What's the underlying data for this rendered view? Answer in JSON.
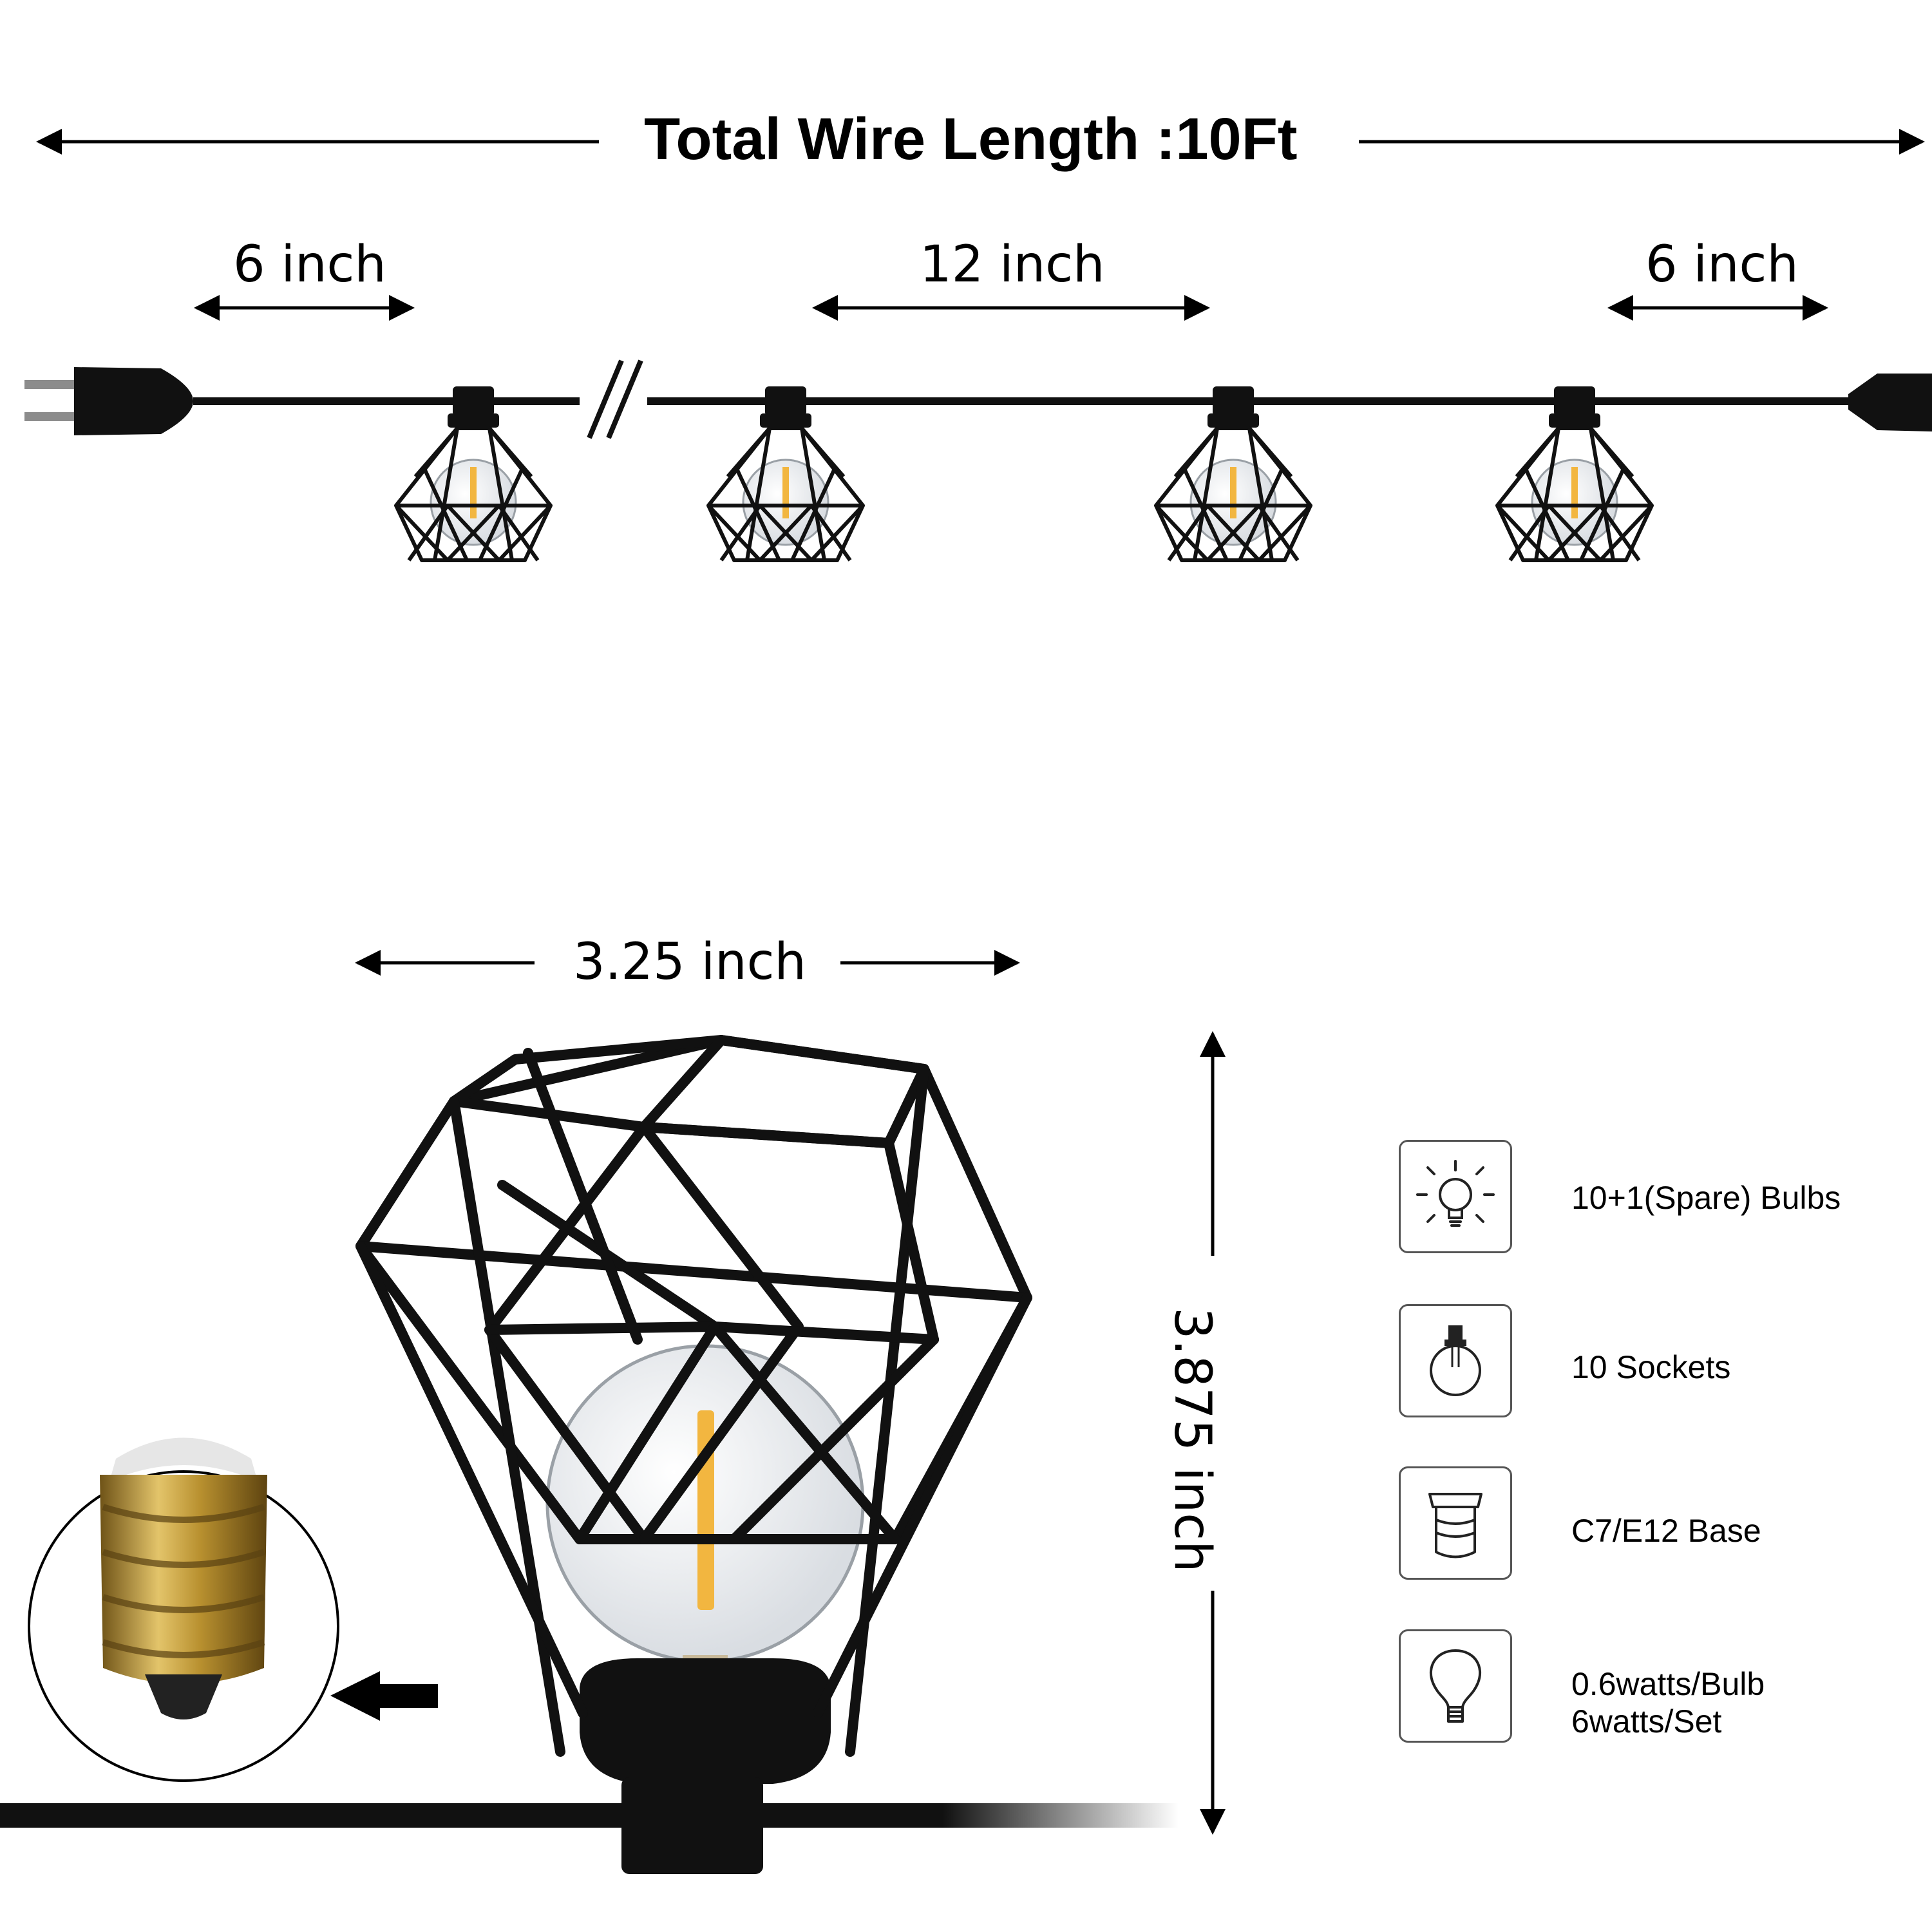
{
  "title": "Total Wire Length :10Ft",
  "dimensions": {
    "left_spacing": "6 inch",
    "middle_spacing": "12 inch",
    "right_spacing": "6 inch",
    "shade_width": "3.25 inch",
    "shade_height": "3.875 inch"
  },
  "features": [
    {
      "icon": "sun-bulb-icon",
      "text": "10+1(Spare) Bulbs"
    },
    {
      "icon": "socket-bulb-icon",
      "text": "10 Sockets"
    },
    {
      "icon": "screw-base-icon",
      "text": "C7/E12 Base"
    },
    {
      "icon": "bulb-outline-icon",
      "text": "0.6watts/Bulb",
      "text2": "6watts/Set"
    }
  ],
  "colors": {
    "wire": "#111111",
    "brass": "#b8902f",
    "filament": "#f2b640"
  }
}
